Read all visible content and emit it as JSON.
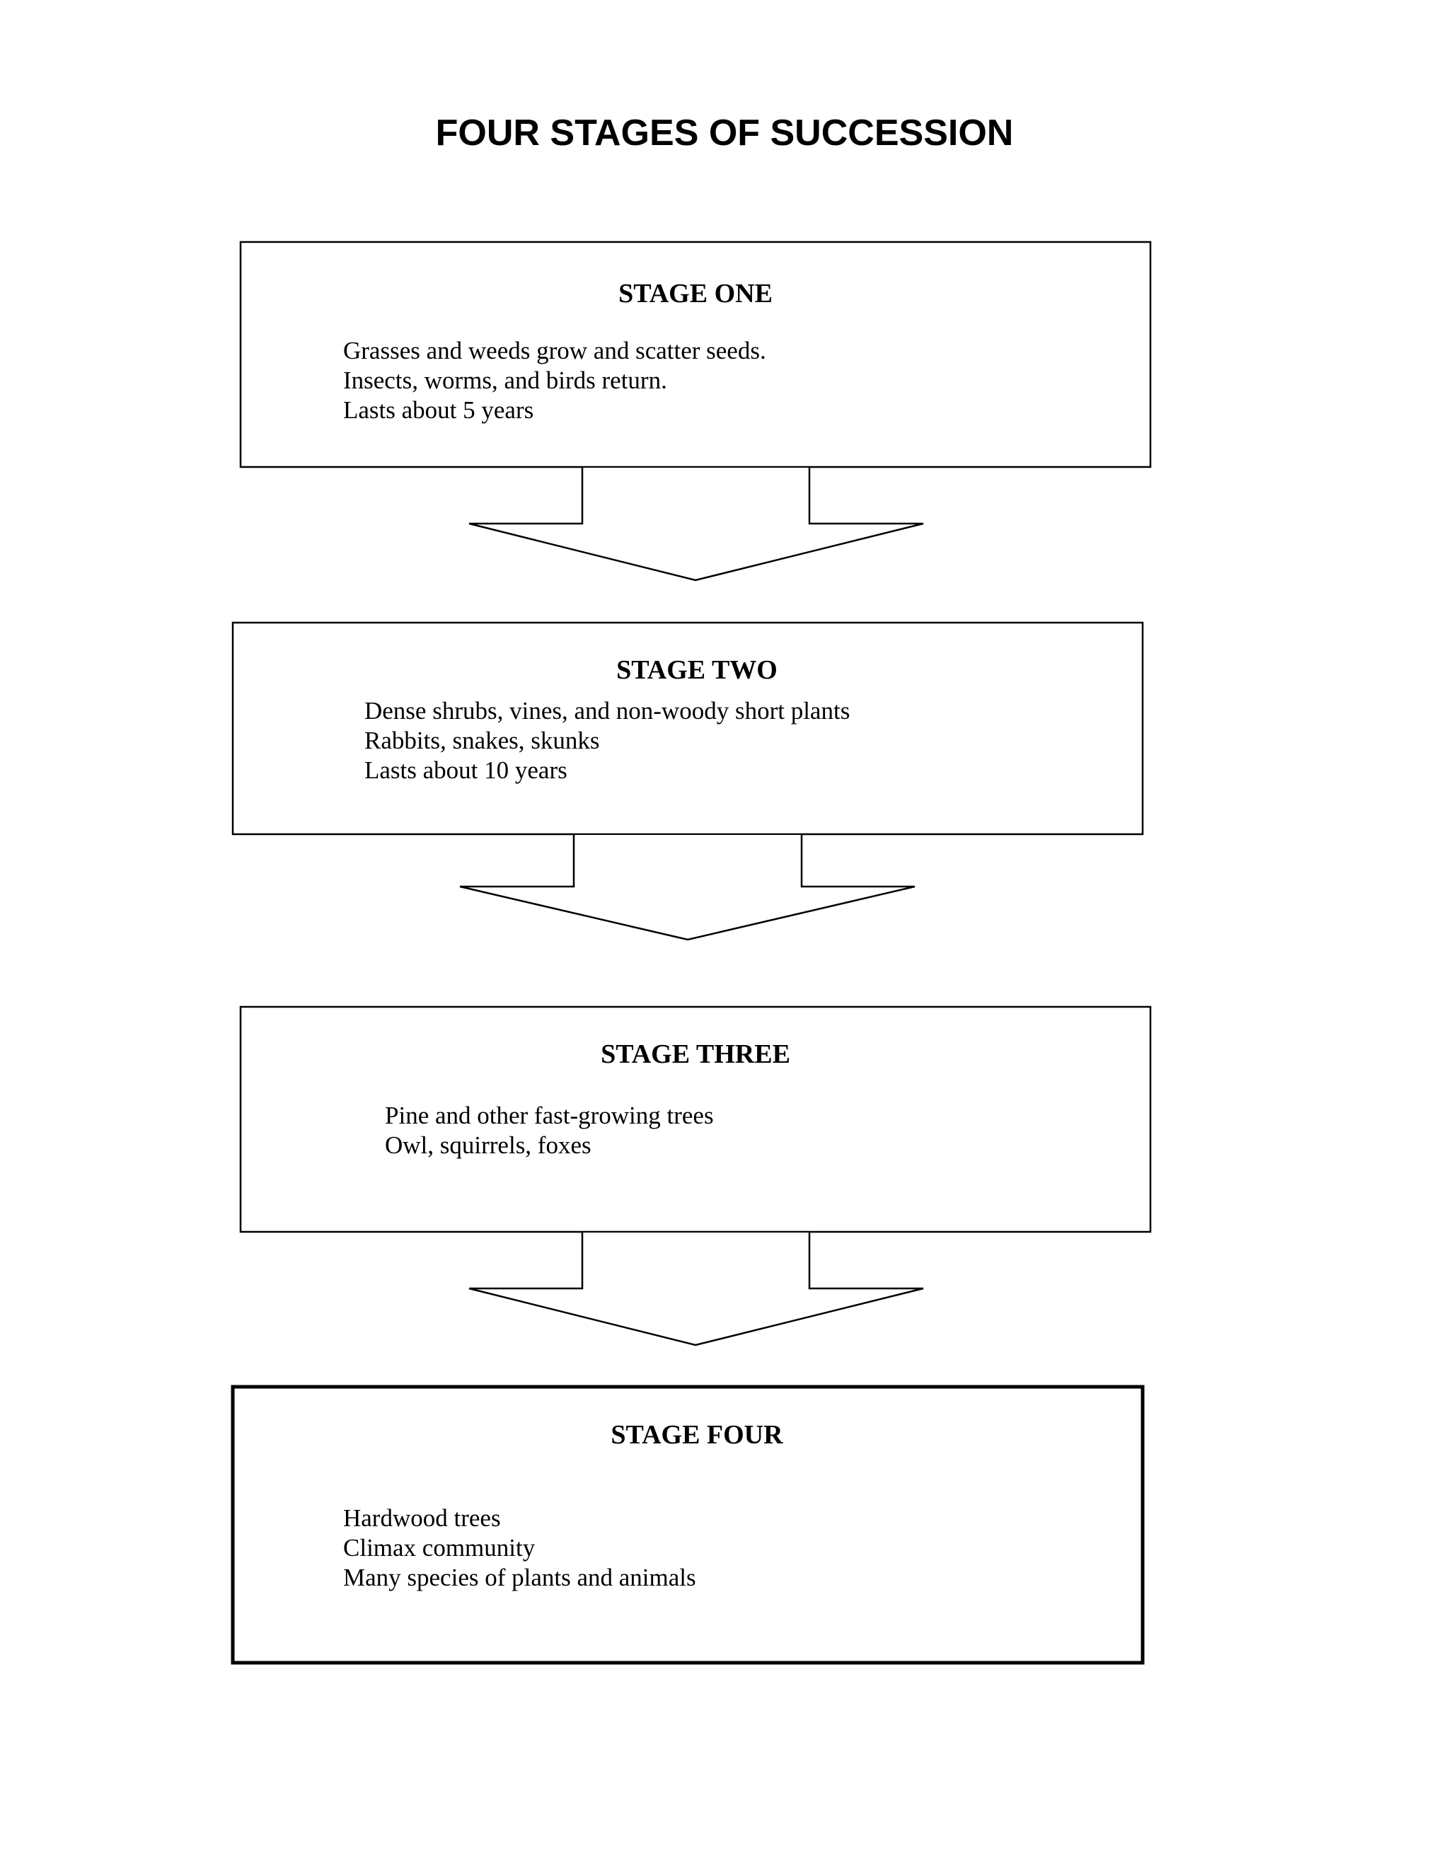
{
  "title": "FOUR STAGES OF SUCCESSION",
  "stages": [
    {
      "heading": "STAGE ONE",
      "lines": [
        "Grasses and weeds grow and scatter seeds.",
        "Insects, worms, and birds return.",
        "Lasts about 5 years"
      ]
    },
    {
      "heading": "STAGE TWO",
      "lines": [
        "Dense shrubs, vines, and non-woody short plants",
        "Rabbits, snakes, skunks",
        "Lasts about 10 years"
      ]
    },
    {
      "heading": "STAGE THREE",
      "lines": [
        "Pine and other fast-growing trees",
        "Owl, squirrels, foxes"
      ]
    },
    {
      "heading": "STAGE FOUR",
      "lines": [
        "Hardwood trees",
        "Climax community",
        "Many species of plants and animals"
      ]
    }
  ]
}
